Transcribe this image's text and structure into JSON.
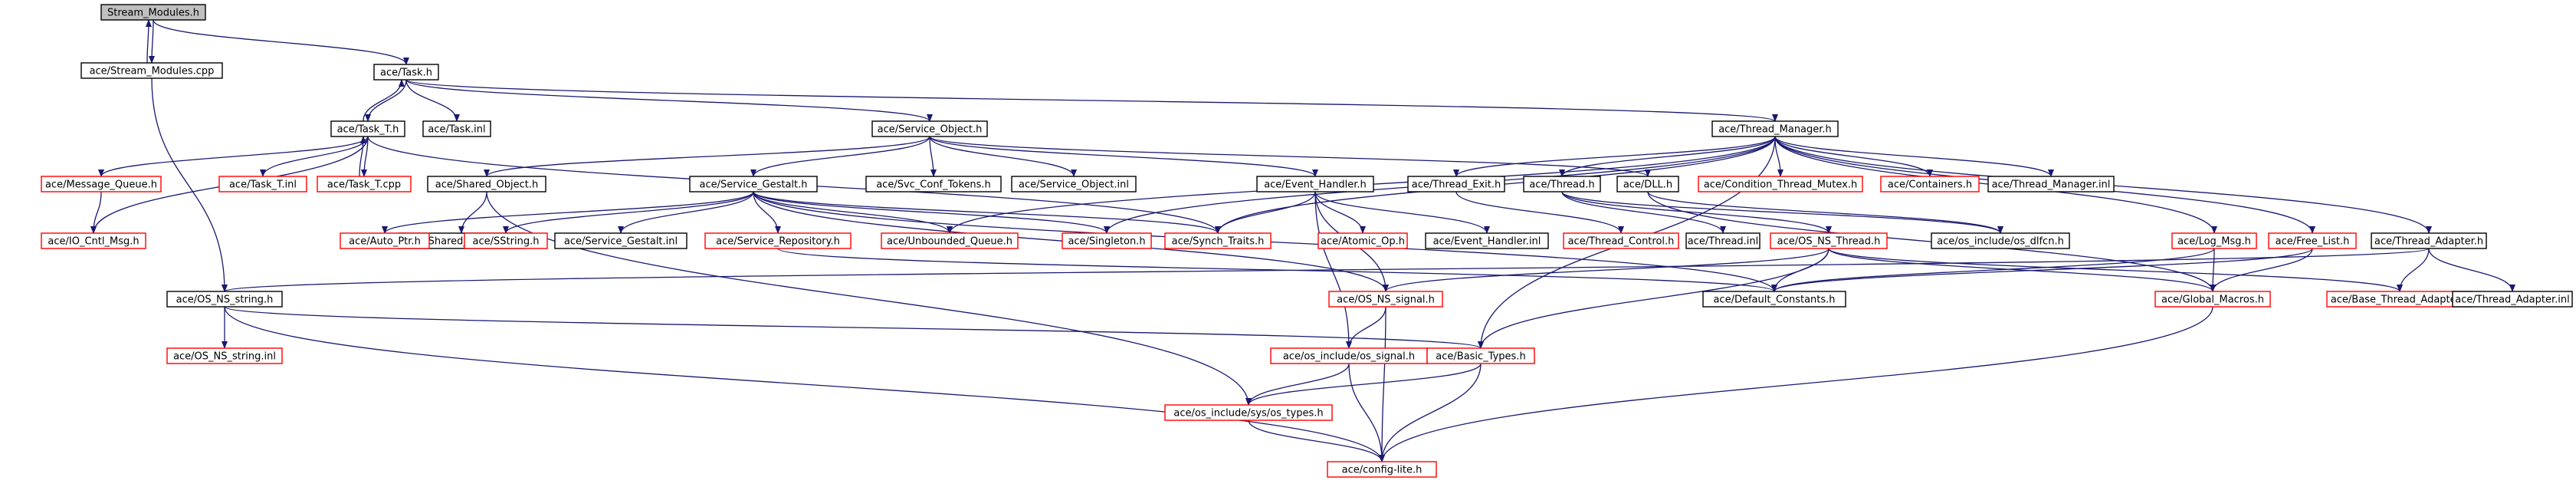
{
  "colors": {
    "linked_border": "#000000",
    "unlinked_border": "#ff0000",
    "root_fill": "#bfbfbf",
    "edge": "#191970"
  },
  "nodes": [
    {
      "id": "stream_modules_h",
      "label": "Stream_Modules.h",
      "root": true
    },
    {
      "id": "stream_modules_cpp",
      "label": "ace/Stream_Modules.cpp"
    },
    {
      "id": "task_h",
      "label": "ace/Task.h"
    },
    {
      "id": "task_t_h",
      "label": "ace/Task_T.h"
    },
    {
      "id": "task_inl",
      "label": "ace/Task.inl"
    },
    {
      "id": "service_object_h",
      "label": "ace/Service_Object.h"
    },
    {
      "id": "thread_manager_h",
      "label": "ace/Thread_Manager.h"
    },
    {
      "id": "message_queue_h",
      "label": "ace/Message_Queue.h",
      "missing": true
    },
    {
      "id": "task_t_inl",
      "label": "ace/Task_T.inl",
      "missing": true
    },
    {
      "id": "task_t_cpp",
      "label": "ace/Task_T.cpp",
      "missing": true
    },
    {
      "id": "shared_object_h",
      "label": "ace/Shared_Object.h"
    },
    {
      "id": "service_gestalt_h",
      "label": "ace/Service_Gestalt.h"
    },
    {
      "id": "svc_conf_tokens_h",
      "label": "ace/Svc_Conf_Tokens.h"
    },
    {
      "id": "service_object_inl",
      "label": "ace/Service_Object.inl"
    },
    {
      "id": "event_handler_h",
      "label": "ace/Event_Handler.h"
    },
    {
      "id": "thread_exit_h",
      "label": "ace/Thread_Exit.h"
    },
    {
      "id": "thread_h",
      "label": "ace/Thread.h"
    },
    {
      "id": "dll_h",
      "label": "ace/DLL.h"
    },
    {
      "id": "condition_thread_mutex_h",
      "label": "ace/Condition_Thread_Mutex.h",
      "missing": true
    },
    {
      "id": "containers_h",
      "label": "ace/Containers.h",
      "missing": true
    },
    {
      "id": "thread_manager_inl",
      "label": "ace/Thread_Manager.inl"
    },
    {
      "id": "io_cntl_msg_h",
      "label": "ace/IO_Cntl_Msg.h",
      "missing": true
    },
    {
      "id": "shared_object_inl",
      "label": "ace/Shared_Object.inl"
    },
    {
      "id": "auto_ptr_h",
      "label": "ace/Auto_Ptr.h",
      "missing": true
    },
    {
      "id": "sstring_h",
      "label": "ace/SString.h",
      "missing": true
    },
    {
      "id": "service_gestalt_inl",
      "label": "ace/Service_Gestalt.inl"
    },
    {
      "id": "service_repository_h",
      "label": "ace/Service_Repository.h",
      "missing": true
    },
    {
      "id": "unbounded_queue_h",
      "label": "ace/Unbounded_Queue.h",
      "missing": true
    },
    {
      "id": "singleton_h",
      "label": "ace/Singleton.h",
      "missing": true
    },
    {
      "id": "synch_traits_h",
      "label": "ace/Synch_Traits.h",
      "missing": true
    },
    {
      "id": "atomic_op_h",
      "label": "ace/Atomic_Op.h",
      "missing": true
    },
    {
      "id": "event_handler_inl",
      "label": "ace/Event_Handler.inl"
    },
    {
      "id": "thread_control_h",
      "label": "ace/Thread_Control.h",
      "missing": true
    },
    {
      "id": "thread_inl",
      "label": "ace/Thread.inl"
    },
    {
      "id": "os_ns_thread_h",
      "label": "ace/OS_NS_Thread.h",
      "missing": true
    },
    {
      "id": "os_include_os_dlfcn_h",
      "label": "ace/os_include/os_dlfcn.h"
    },
    {
      "id": "log_msg_h",
      "label": "ace/Log_Msg.h",
      "missing": true
    },
    {
      "id": "free_list_h",
      "label": "ace/Free_List.h",
      "missing": true
    },
    {
      "id": "thread_adapter_h",
      "label": "ace/Thread_Adapter.h"
    },
    {
      "id": "os_ns_string_h",
      "label": "ace/OS_NS_string.h"
    },
    {
      "id": "os_ns_signal_h",
      "label": "ace/OS_NS_signal.h",
      "missing": true
    },
    {
      "id": "default_constants_h",
      "label": "ace/Default_Constants.h"
    },
    {
      "id": "global_macros_h",
      "label": "ace/Global_Macros.h",
      "missing": true
    },
    {
      "id": "base_thread_adapter_h",
      "label": "ace/Base_Thread_Adapter.h",
      "missing": true
    },
    {
      "id": "thread_adapter_inl",
      "label": "ace/Thread_Adapter.inl"
    },
    {
      "id": "os_ns_string_inl",
      "label": "ace/OS_NS_string.inl",
      "missing": true
    },
    {
      "id": "os_include_os_signal_h",
      "label": "ace/os_include/os_signal.h",
      "missing": true
    },
    {
      "id": "basic_types_h",
      "label": "ace/Basic_Types.h",
      "missing": true
    },
    {
      "id": "os_include_sys_os_types_h",
      "label": "ace/os_include/sys/os_types.h",
      "missing": true
    },
    {
      "id": "config_lite_h",
      "label": "ace/config-lite.h",
      "missing": true
    }
  ],
  "edges": [
    [
      "stream_modules_h",
      "stream_modules_cpp"
    ],
    [
      "stream_modules_cpp",
      "stream_modules_h"
    ],
    [
      "stream_modules_h",
      "task_h"
    ],
    [
      "stream_modules_cpp",
      "os_ns_string_h"
    ],
    [
      "task_h",
      "task_t_h"
    ],
    [
      "task_t_h",
      "task_h"
    ],
    [
      "task_h",
      "task_inl"
    ],
    [
      "task_h",
      "service_object_h"
    ],
    [
      "task_h",
      "thread_manager_h"
    ],
    [
      "task_t_h",
      "message_queue_h"
    ],
    [
      "task_t_h",
      "task_t_inl"
    ],
    [
      "task_t_h",
      "task_t_cpp"
    ],
    [
      "task_t_cpp",
      "task_t_h"
    ],
    [
      "task_t_h",
      "io_cntl_msg_h"
    ],
    [
      "task_t_h",
      "synch_traits_h"
    ],
    [
      "message_queue_h",
      "io_cntl_msg_h"
    ],
    [
      "service_object_h",
      "shared_object_h"
    ],
    [
      "service_object_h",
      "service_gestalt_h"
    ],
    [
      "service_object_h",
      "svc_conf_tokens_h"
    ],
    [
      "service_object_h",
      "service_object_inl"
    ],
    [
      "service_object_h",
      "event_handler_h"
    ],
    [
      "service_object_h",
      "dll_h"
    ],
    [
      "shared_object_h",
      "shared_object_inl"
    ],
    [
      "shared_object_h",
      "os_include_sys_os_types_h"
    ],
    [
      "service_gestalt_h",
      "auto_ptr_h"
    ],
    [
      "service_gestalt_h",
      "sstring_h"
    ],
    [
      "service_gestalt_h",
      "service_gestalt_inl"
    ],
    [
      "service_gestalt_h",
      "service_repository_h"
    ],
    [
      "service_gestalt_h",
      "unbounded_queue_h"
    ],
    [
      "service_gestalt_h",
      "singleton_h"
    ],
    [
      "service_gestalt_h",
      "synch_traits_h"
    ],
    [
      "service_gestalt_h",
      "default_constants_h"
    ],
    [
      "service_gestalt_h",
      "os_ns_signal_h"
    ],
    [
      "service_repository_h",
      "default_constants_h"
    ],
    [
      "event_handler_h",
      "atomic_op_h"
    ],
    [
      "event_handler_h",
      "event_handler_inl"
    ],
    [
      "event_handler_h",
      "synch_traits_h"
    ],
    [
      "event_handler_h",
      "os_ns_signal_h"
    ],
    [
      "event_handler_h",
      "os_include_os_signal_h"
    ],
    [
      "thread_manager_h",
      "thread_exit_h"
    ],
    [
      "thread_manager_h",
      "thread_h"
    ],
    [
      "thread_manager_h",
      "condition_thread_mutex_h"
    ],
    [
      "thread_manager_h",
      "containers_h"
    ],
    [
      "thread_manager_h",
      "thread_manager_inl"
    ],
    [
      "thread_manager_h",
      "log_msg_h"
    ],
    [
      "thread_manager_h",
      "free_list_h"
    ],
    [
      "thread_manager_h",
      "thread_adapter_h"
    ],
    [
      "thread_manager_h",
      "singleton_h"
    ],
    [
      "thread_manager_h",
      "synch_traits_h"
    ],
    [
      "thread_manager_h",
      "unbounded_queue_h"
    ],
    [
      "thread_manager_h",
      "basic_types_h"
    ],
    [
      "thread_exit_h",
      "thread_control_h"
    ],
    [
      "thread_h",
      "thread_inl"
    ],
    [
      "thread_h",
      "os_ns_thread_h"
    ],
    [
      "thread_h",
      "os_include_os_dlfcn_h"
    ],
    [
      "dll_h",
      "global_macros_h"
    ],
    [
      "dll_h",
      "os_include_os_dlfcn_h"
    ],
    [
      "os_ns_thread_h",
      "default_constants_h"
    ],
    [
      "os_ns_thread_h",
      "global_macros_h"
    ],
    [
      "os_ns_thread_h",
      "os_ns_signal_h"
    ],
    [
      "os_ns_thread_h",
      "basic_types_h"
    ],
    [
      "os_ns_thread_h",
      "base_thread_adapter_h"
    ],
    [
      "log_msg_h",
      "default_constants_h"
    ],
    [
      "log_msg_h",
      "global_macros_h"
    ],
    [
      "free_list_h",
      "default_constants_h"
    ],
    [
      "free_list_h",
      "global_macros_h"
    ],
    [
      "thread_adapter_h",
      "base_thread_adapter_h"
    ],
    [
      "thread_adapter_h",
      "thread_adapter_inl"
    ],
    [
      "thread_adapter_h",
      "os_ns_string_h"
    ],
    [
      "os_ns_string_h",
      "os_ns_string_inl"
    ],
    [
      "os_ns_string_h",
      "basic_types_h"
    ],
    [
      "os_ns_string_h",
      "config_lite_h"
    ],
    [
      "os_ns_signal_h",
      "os_include_os_signal_h"
    ],
    [
      "os_ns_signal_h",
      "config_lite_h"
    ],
    [
      "global_macros_h",
      "config_lite_h"
    ],
    [
      "basic_types_h",
      "os_include_sys_os_types_h"
    ],
    [
      "basic_types_h",
      "config_lite_h"
    ],
    [
      "os_include_os_signal_h",
      "os_include_sys_os_types_h"
    ],
    [
      "os_include_os_signal_h",
      "config_lite_h"
    ],
    [
      "os_include_sys_os_types_h",
      "config_lite_h"
    ]
  ]
}
